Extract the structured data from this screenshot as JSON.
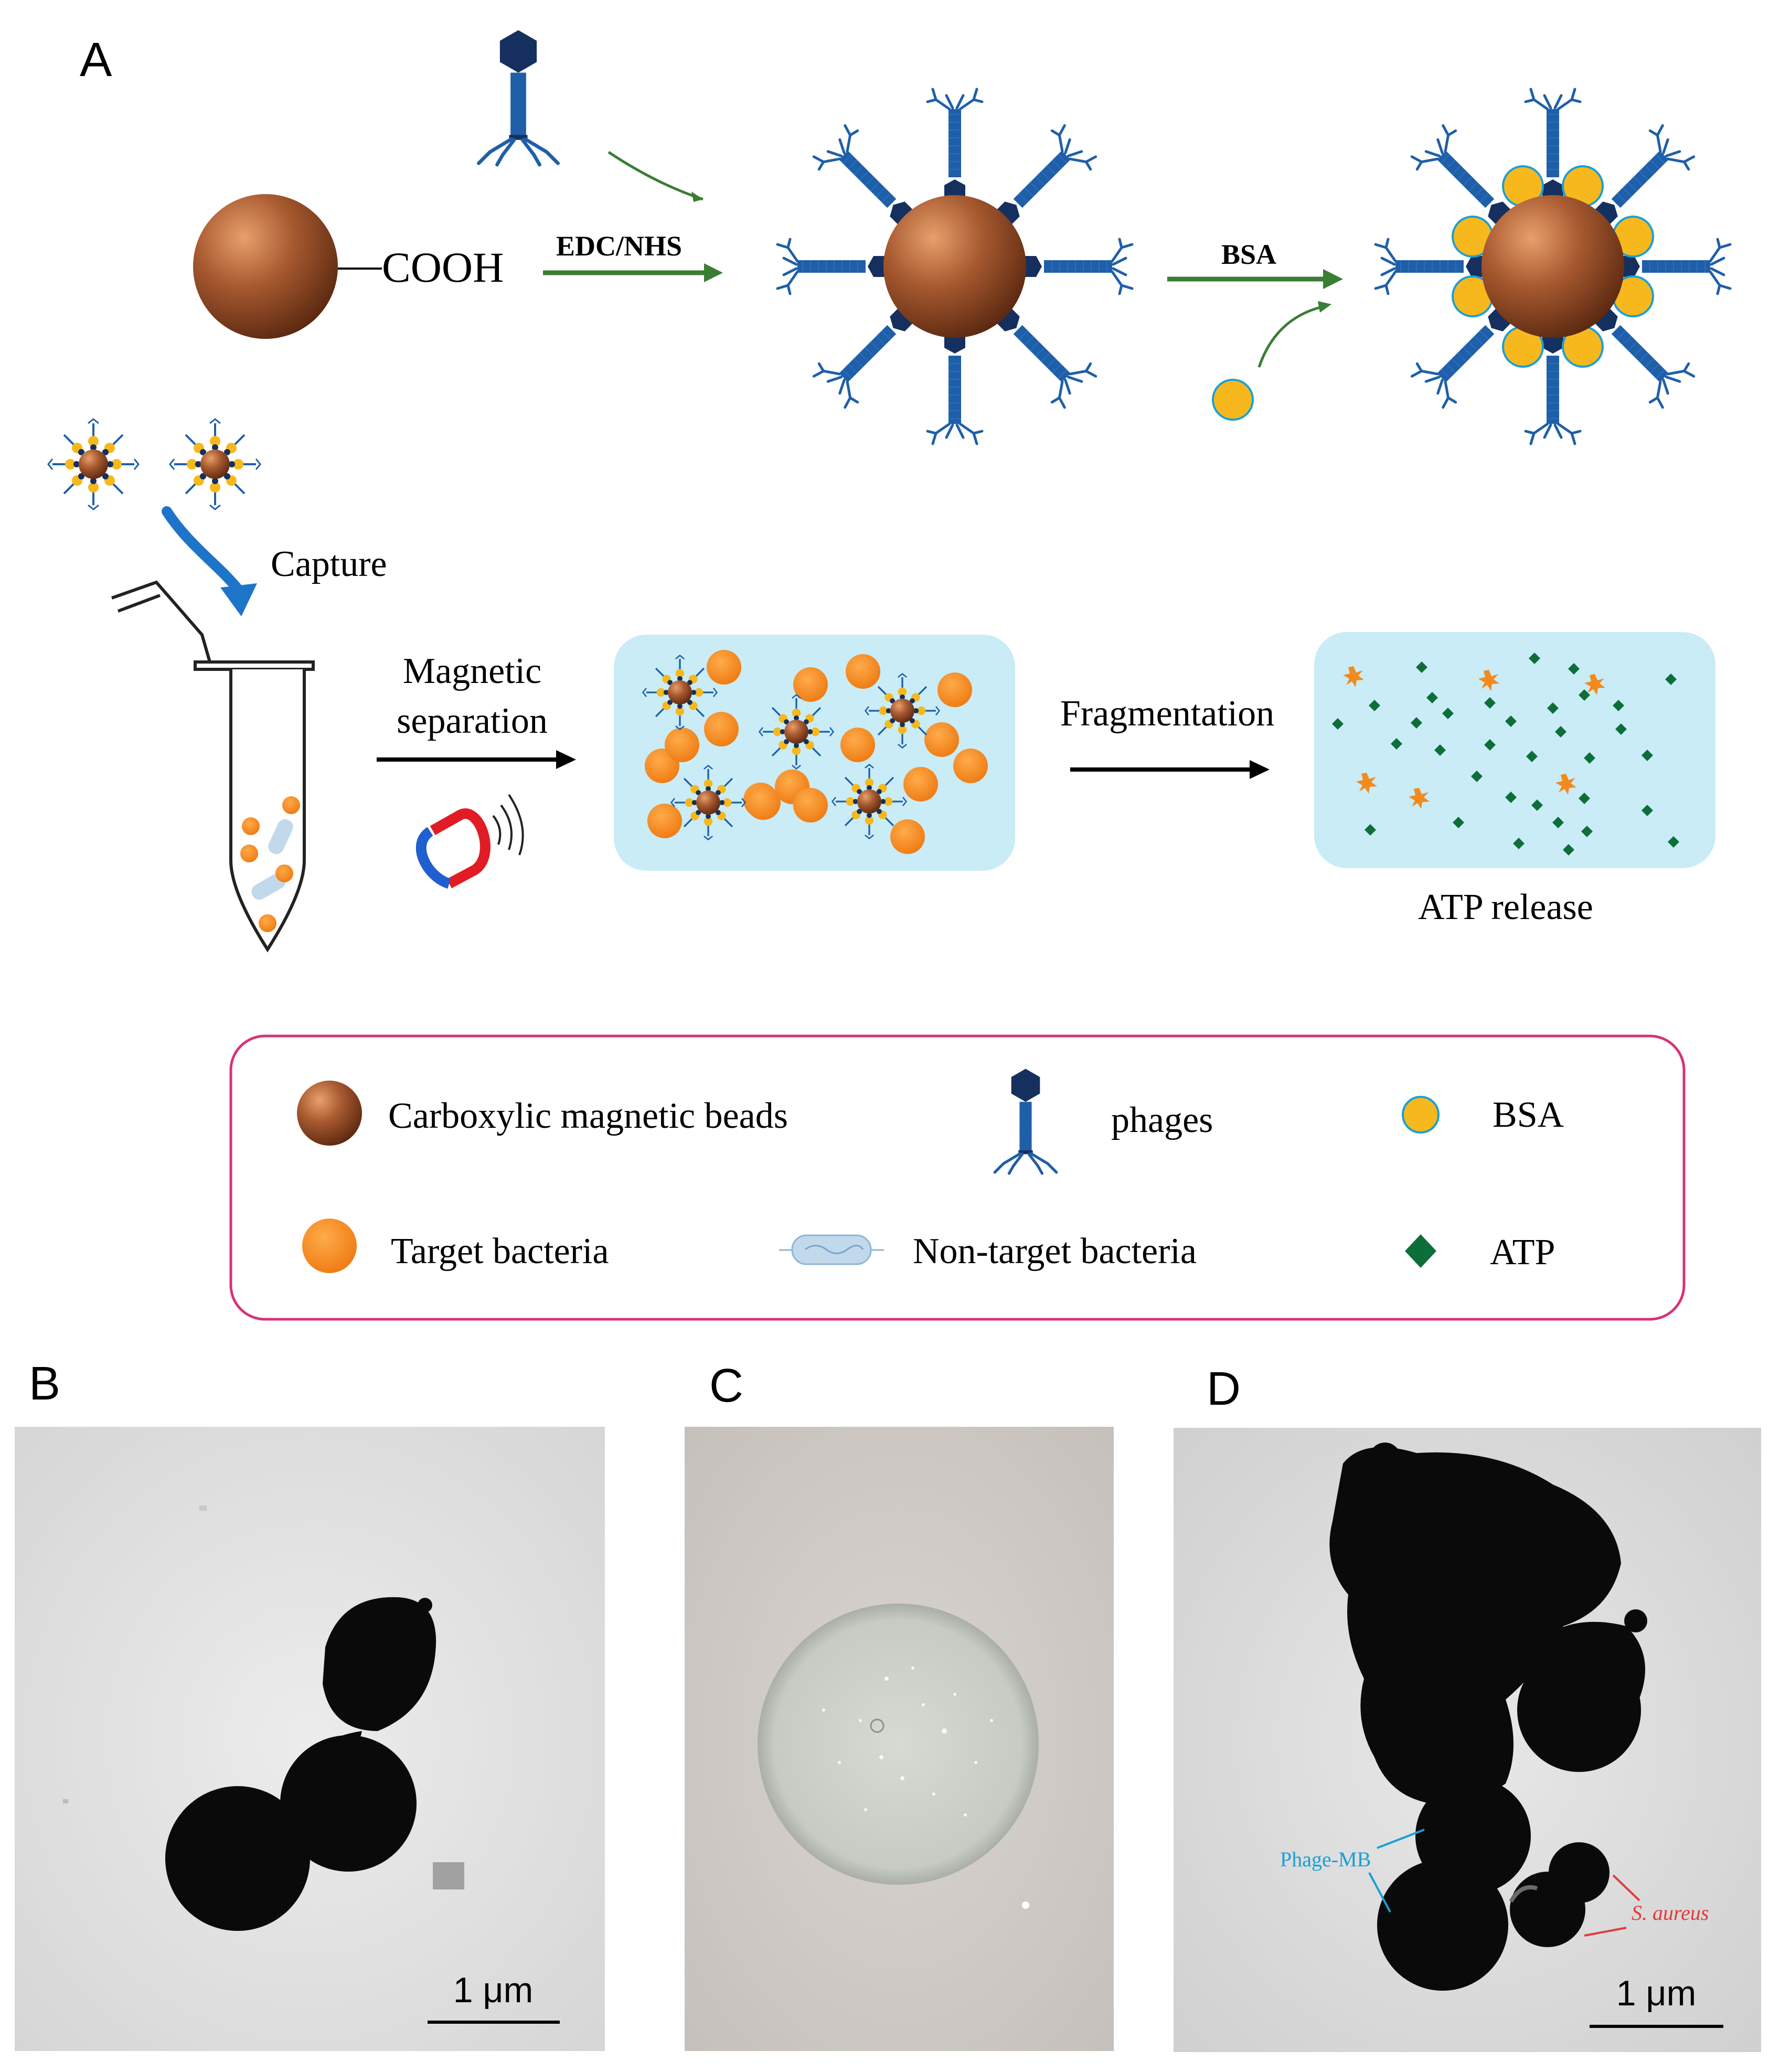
{
  "panels": {
    "a": "A",
    "b": "B",
    "c": "C",
    "d": "D"
  },
  "synthesis": {
    "cooh_label": "COOH",
    "step1_reagent": "EDC/NHS",
    "step2_reagent": "BSA"
  },
  "workflow": {
    "capture_label": "Capture",
    "magnetic_label_line1": "Magnetic",
    "magnetic_label_line2": "separation",
    "fragmentation_label": "Fragmentation",
    "atp_release_label": "ATP release"
  },
  "legend": {
    "items": [
      {
        "icon": "magnetic-bead-icon",
        "label": "Carboxylic magnetic beads"
      },
      {
        "icon": "phage-icon",
        "label": "phages"
      },
      {
        "icon": "bsa-icon",
        "label": "BSA"
      },
      {
        "icon": "target-bacteria-icon",
        "label": "Target bacteria"
      },
      {
        "icon": "non-target-bacteria-icon",
        "label": "Non-target bacteria"
      },
      {
        "icon": "atp-icon",
        "label": "ATP"
      }
    ]
  },
  "micrographs": {
    "b_scale": "1 μm",
    "d_scale": "1 μm",
    "d_phage_label": "Phage-MB",
    "d_saureus_label": "S. aureus"
  },
  "colors": {
    "bead_brown": "#8e4a28",
    "phage_blue": "#1f5fa8",
    "phage_dark": "#15305e",
    "bsa_yellow": "#f6b81c",
    "bacteria_orange": "#f28a1e",
    "atp_green": "#0e6e3a",
    "panel_bg": "#c9ecf7",
    "arrow_green": "#3a7d33",
    "capture_arrow": "#1e74c8",
    "legend_border": "#d6337a",
    "label_cyan": "#1a9fd6",
    "label_red": "#e23b3b"
  }
}
